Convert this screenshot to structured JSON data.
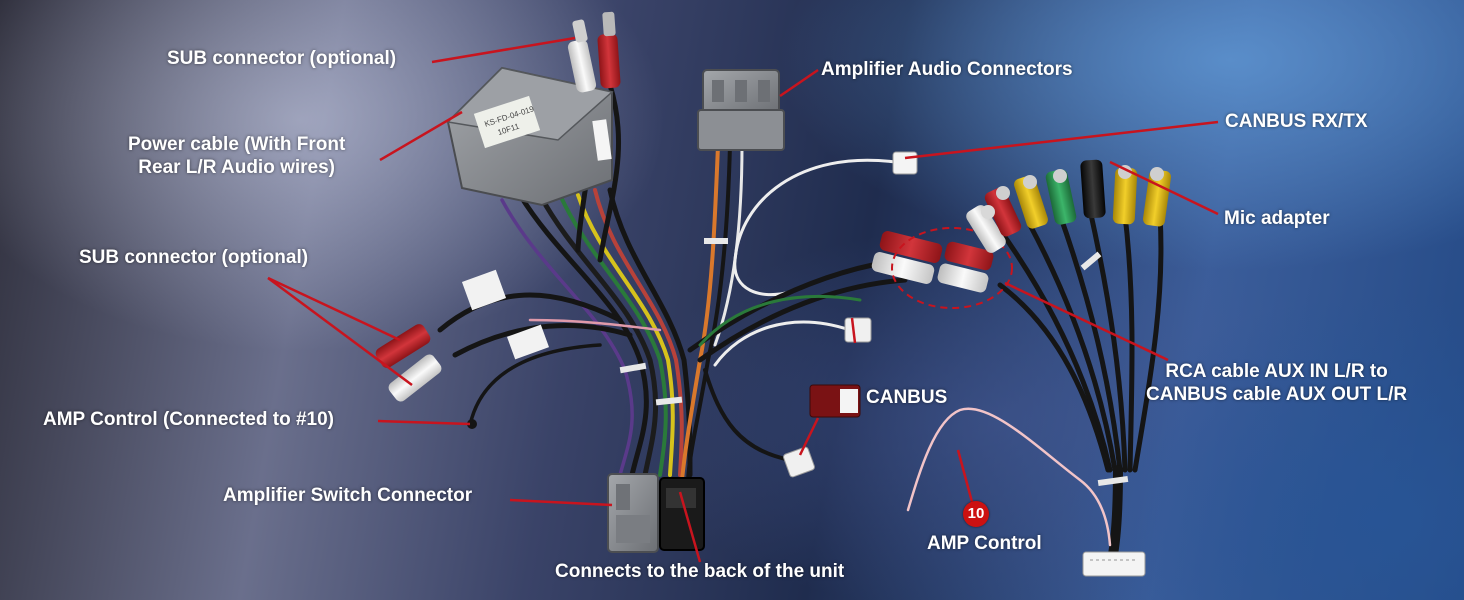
{
  "labels": {
    "sub_connector_top": "SUB connector (optional)",
    "power_cable_line1": "Power cable (With Front",
    "power_cable_line2": "Rear L/R Audio wires)",
    "sub_connector_left": "SUB connector (optional)",
    "amp_control_connected": "AMP Control (Connected to #10)",
    "amplifier_switch_connector": "Amplifier Switch Connector",
    "connects_to_back": "Connects to the back of the unit",
    "amplifier_audio_connectors": "Amplifier Audio Connectors",
    "canbus_rxtx": "CANBUS RX/TX",
    "mic_adapter": "Mic adapter",
    "rca_aux_line1": "RCA cable AUX IN L/R to",
    "rca_aux_line2": "CANBUS cable AUX OUT L/R",
    "canbus": "CANBUS",
    "amp_control": "AMP Control"
  },
  "badge_number": "10",
  "colors": {
    "leader_line": "#c8141e",
    "label_text": "#ffffff",
    "badge": "#cc1111",
    "connector_grey": "#8a8d92",
    "rca_red": "#c0262c",
    "rca_white": "#f0f0ee",
    "rca_yellow": "#e8c21a",
    "rca_green": "#2e9a55",
    "rca_black": "#1b1b1b",
    "wire_black": "#141414",
    "canbus_box": "#7a1214"
  }
}
